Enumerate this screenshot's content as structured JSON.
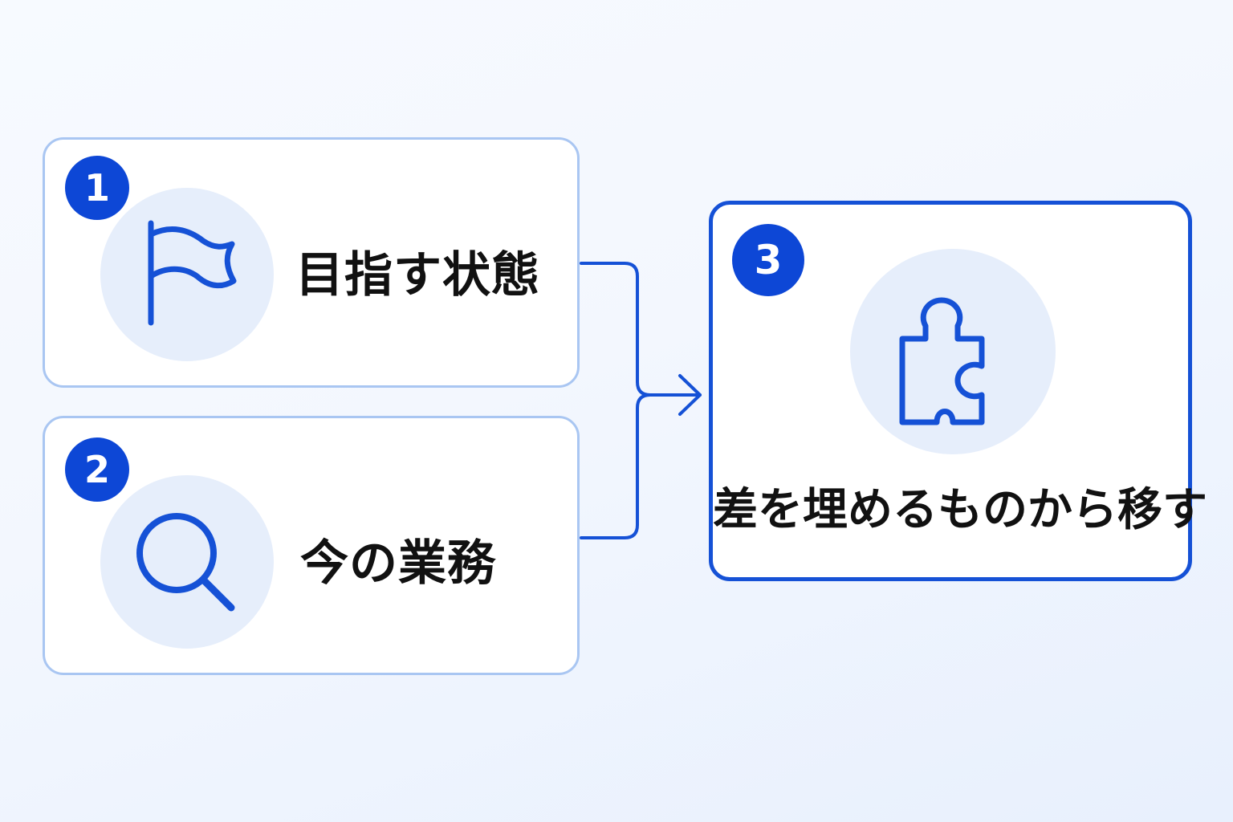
{
  "colors": {
    "accent": "#0d47d6",
    "card_border_light": "#a9c6f2",
    "card_border_strong": "#1551d6",
    "icon_circle_bg": "#e6eefb",
    "text": "#111111"
  },
  "steps": [
    {
      "number": "1",
      "label": "目指す状態",
      "icon": "flag-icon"
    },
    {
      "number": "2",
      "label": "今の業務",
      "icon": "search-icon"
    },
    {
      "number": "3",
      "label": "差を埋めるものから移す",
      "icon": "puzzle-icon"
    }
  ]
}
